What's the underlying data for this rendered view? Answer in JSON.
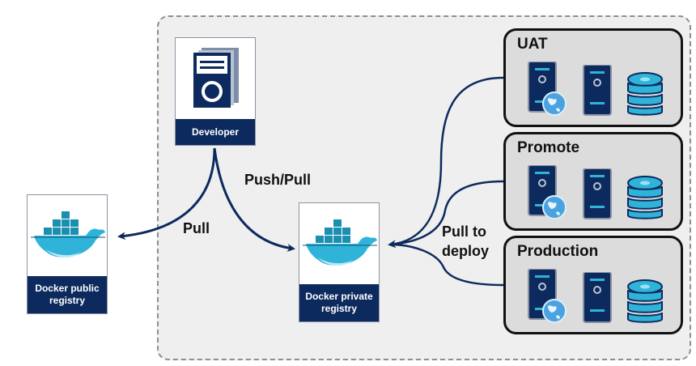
{
  "diagram": {
    "nodes": {
      "developer": {
        "label": "Developer",
        "icon": "server-book-icon"
      },
      "public_registry": {
        "label_line1": "Docker public",
        "label_line2": "registry",
        "icon": "docker-whale-icon"
      },
      "private_registry": {
        "label_line1": "Docker private",
        "label_line2": "registry",
        "icon": "docker-whale-icon"
      }
    },
    "environments": [
      {
        "title": "UAT",
        "icons": [
          "web-server-icon",
          "server-icon",
          "database-icon"
        ]
      },
      {
        "title": "Promote",
        "icons": [
          "web-server-icon",
          "server-icon",
          "database-icon"
        ]
      },
      {
        "title": "Production",
        "icons": [
          "web-server-icon",
          "server-icon",
          "database-icon"
        ]
      }
    ],
    "edges": {
      "pull": "Pull",
      "push_pull": "Push/Pull",
      "pull_to_deploy_line1": "Pull to",
      "pull_to_deploy_line2": "deploy"
    },
    "colors": {
      "navy": "#0d2a5e",
      "docker_blue": "#1fa3cc",
      "line": "#0d2a5e"
    }
  }
}
